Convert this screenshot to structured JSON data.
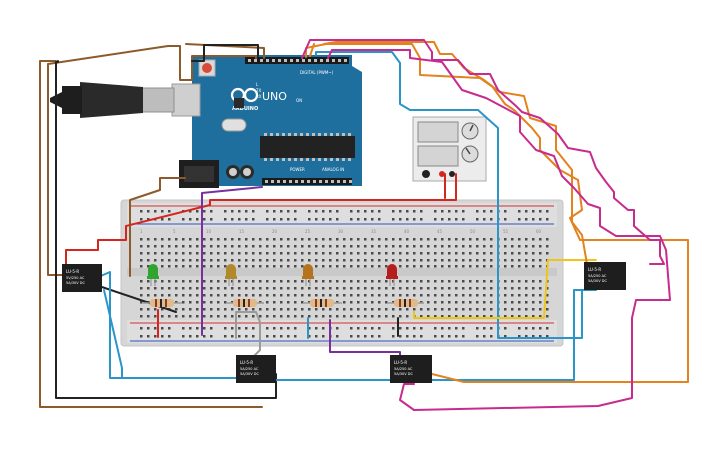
{
  "arduino": {
    "brand_text": "ARDUINO",
    "model_text": "UNO",
    "digital_label": "DIGITAL (PWM~)",
    "power_label": "POWER",
    "analog_label": "ANALOG IN",
    "on_label": "ON",
    "tx_label": "TX",
    "rx_label": "RX",
    "l_label": "L",
    "board_color": "#1f6f9e"
  },
  "power_supply": {
    "display_top": "",
    "display_bottom": ""
  },
  "breadboard": {
    "column_numbers": [
      "1",
      "5",
      "10",
      "15",
      "20",
      "25",
      "30",
      "35",
      "40",
      "45",
      "50",
      "55",
      "60"
    ]
  },
  "relays": [
    {
      "id": "relay-left",
      "line1": "LU-5-R",
      "line2": "5V/250 AC",
      "line3": "5A/30V DC"
    },
    {
      "id": "relay-right",
      "line1": "LU-5-R",
      "line2": "5A/250 AC",
      "line3": "5A/30V DC"
    },
    {
      "id": "relay-bottom-1",
      "line1": "LU-5-R",
      "line2": "5A/250 AC",
      "line3": "5A/30V DC"
    },
    {
      "id": "relay-bottom-2",
      "line1": "LU-5-R",
      "line2": "5A/250 AC",
      "line3": "5A/30V DC"
    }
  ],
  "leds": [
    {
      "color": "#2fa52f",
      "name": "green"
    },
    {
      "color": "#b08a2a",
      "name": "yellow"
    },
    {
      "color": "#b5731e",
      "name": "orange"
    },
    {
      "color": "#b51e1e",
      "name": "red"
    }
  ],
  "wire_colors": {
    "brown": "#8c5a2b",
    "black": "#222222",
    "orange": "#e3821f",
    "magenta": "#c72b8e",
    "blue": "#2b95c9",
    "purple": "#7a2f9e",
    "red": "#d4261e",
    "yellow": "#f0c51a",
    "gray": "#9a9a9a"
  }
}
